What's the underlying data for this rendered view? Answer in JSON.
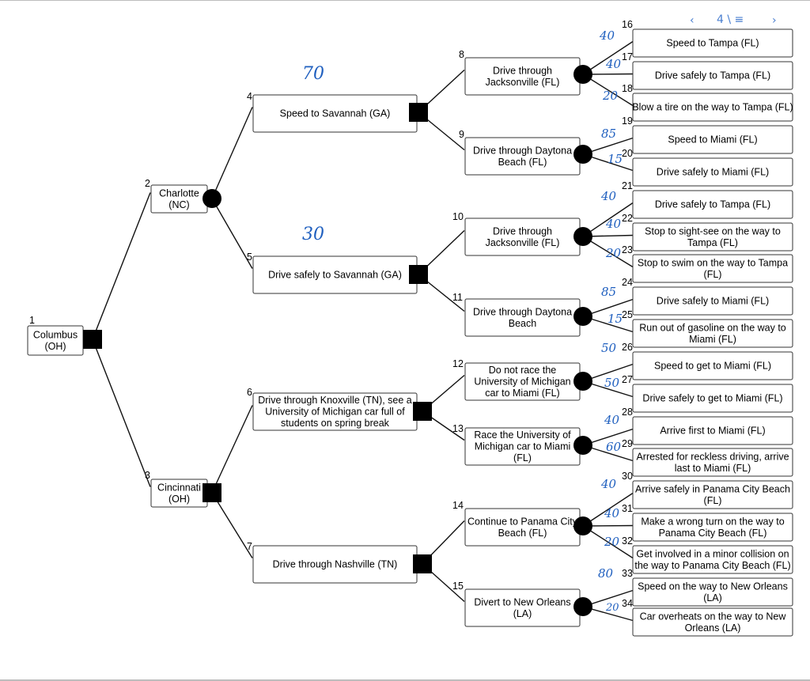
{
  "toolbar": {
    "prev_icon": "chevron-left-icon",
    "page_text": "4 \\ ≡",
    "next_icon": "chevron-right-icon"
  },
  "nodes": [
    {
      "id": "1",
      "label": [
        "Columbus",
        "(OH)"
      ],
      "num": "1"
    },
    {
      "id": "2",
      "label": [
        "Charlotte",
        "(NC)"
      ],
      "num": "2"
    },
    {
      "id": "3",
      "label": [
        "Cincinnati",
        "(OH)"
      ],
      "num": "3"
    },
    {
      "id": "4",
      "label": [
        "Speed to Savannah (GA)"
      ],
      "num": "4"
    },
    {
      "id": "5",
      "label": [
        "Drive safely to Savannah (GA)"
      ],
      "num": "5"
    },
    {
      "id": "6",
      "label": [
        "Drive through Knoxville (TN), see a",
        "University of Michigan car full of",
        "students on spring break"
      ],
      "num": "6"
    },
    {
      "id": "7",
      "label": [
        "Drive through Nashville (TN)"
      ],
      "num": "7"
    },
    {
      "id": "8",
      "label": [
        "Drive through",
        "Jacksonville (FL)"
      ],
      "num": "8"
    },
    {
      "id": "9",
      "label": [
        "Drive through Daytona",
        "Beach (FL)"
      ],
      "num": "9"
    },
    {
      "id": "10",
      "label": [
        "Drive through",
        "Jacksonville (FL)"
      ],
      "num": "10"
    },
    {
      "id": "11",
      "label": [
        "Drive through Daytona",
        "Beach"
      ],
      "num": "11"
    },
    {
      "id": "12",
      "label": [
        "Do not race the",
        "University of Michigan",
        "car to Miami (FL)"
      ],
      "num": "12"
    },
    {
      "id": "13",
      "label": [
        "Race the University of",
        "Michigan car to Miami",
        "(FL)"
      ],
      "num": "13"
    },
    {
      "id": "14",
      "label": [
        "Continue to Panama City",
        "Beach (FL)"
      ],
      "num": "14"
    },
    {
      "id": "15",
      "label": [
        "Divert to New Orleans",
        "(LA)"
      ],
      "num": "15"
    },
    {
      "id": "16",
      "label": [
        "Speed to Tampa (FL)"
      ],
      "num": "16"
    },
    {
      "id": "17",
      "label": [
        "Drive safely to Tampa (FL)"
      ],
      "num": "17"
    },
    {
      "id": "18",
      "label": [
        "Blow a tire on the way to Tampa (FL)"
      ],
      "num": "18"
    },
    {
      "id": "19",
      "label": [
        "Speed to Miami (FL)"
      ],
      "num": "19"
    },
    {
      "id": "20",
      "label": [
        "Drive safely to Miami (FL)"
      ],
      "num": "20"
    },
    {
      "id": "21",
      "label": [
        "Drive safely to Tampa (FL)"
      ],
      "num": "21"
    },
    {
      "id": "22",
      "label": [
        "Stop to sight-see on the way to",
        "Tampa (FL)"
      ],
      "num": "22"
    },
    {
      "id": "23",
      "label": [
        "Stop to swim on the way to Tampa",
        "(FL)"
      ],
      "num": "23"
    },
    {
      "id": "24",
      "label": [
        "Drive safely to Miami (FL)"
      ],
      "num": "24"
    },
    {
      "id": "25",
      "label": [
        "Run out of gasoline on the way to",
        "Miami (FL)"
      ],
      "num": "25"
    },
    {
      "id": "26",
      "label": [
        "Speed to get to Miami (FL)"
      ],
      "num": "26"
    },
    {
      "id": "27",
      "label": [
        "Drive safely to get to Miami (FL)"
      ],
      "num": "27"
    },
    {
      "id": "28",
      "label": [
        "Arrive first to Miami (FL)"
      ],
      "num": "28"
    },
    {
      "id": "29",
      "label": [
        "Arrested for reckless driving, arrive",
        "last to Miami (FL)"
      ],
      "num": "29"
    },
    {
      "id": "30",
      "label": [
        "Arrive safely in Panama City Beach",
        "(FL)"
      ],
      "num": "30"
    },
    {
      "id": "31",
      "label": [
        "Make a wrong turn on the way to",
        "Panama City Beach (FL)"
      ],
      "num": "31"
    },
    {
      "id": "32",
      "label": [
        "Get involved in a minor collision on",
        "the way to Panama City Beach (FL)"
      ],
      "num": "32"
    },
    {
      "id": "33",
      "label": [
        "Speed on the way to New Orleans",
        "(LA)"
      ],
      "num": "33"
    },
    {
      "id": "34",
      "label": [
        "Car overheats on the way to New",
        "Orleans (LA)"
      ],
      "num": "34"
    }
  ],
  "handwritten": [
    {
      "id": "h4",
      "text": "70"
    },
    {
      "id": "h5",
      "text": "30"
    },
    {
      "id": "h16",
      "text": "40"
    },
    {
      "id": "h17",
      "text": "40"
    },
    {
      "id": "h18",
      "text": "20"
    },
    {
      "id": "h19",
      "text": "85"
    },
    {
      "id": "h20",
      "text": "15"
    },
    {
      "id": "h21",
      "text": "40"
    },
    {
      "id": "h22",
      "text": "40"
    },
    {
      "id": "h23",
      "text": "20"
    },
    {
      "id": "h24",
      "text": "85"
    },
    {
      "id": "h25",
      "text": "15"
    },
    {
      "id": "h26",
      "text": "50"
    },
    {
      "id": "h27",
      "text": "50"
    },
    {
      "id": "h28",
      "text": "40"
    },
    {
      "id": "h29",
      "text": "60"
    },
    {
      "id": "h30",
      "text": "40"
    },
    {
      "id": "h31",
      "text": "40"
    },
    {
      "id": "h32",
      "text": "20"
    },
    {
      "id": "h33",
      "text": "80"
    },
    {
      "id": "h34",
      "text": "20"
    }
  ],
  "colors": {
    "ink": "#000000",
    "handwriting": "#1f5fbf",
    "nav": "#4a7fd0"
  }
}
